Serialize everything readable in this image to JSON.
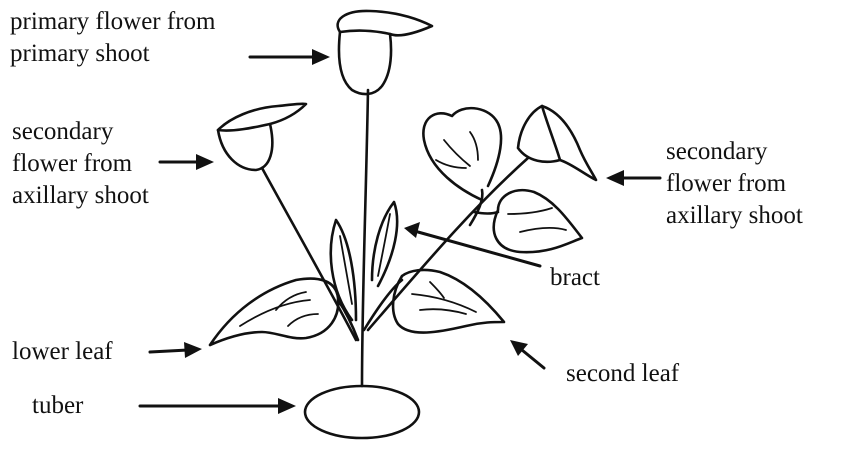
{
  "labels": {
    "primary_flower_line1": "primary flower from",
    "primary_flower_line2": "primary shoot",
    "secondary_left_line1": "secondary",
    "secondary_left_line2": "flower from",
    "secondary_left_line3": "axillary shoot",
    "secondary_right_line1": "secondary",
    "secondary_right_line2": "flower from",
    "secondary_right_line3": "axillary shoot",
    "bract": "bract",
    "lower_leaf": "lower leaf",
    "second_leaf": "second leaf",
    "tuber": "tuber"
  }
}
